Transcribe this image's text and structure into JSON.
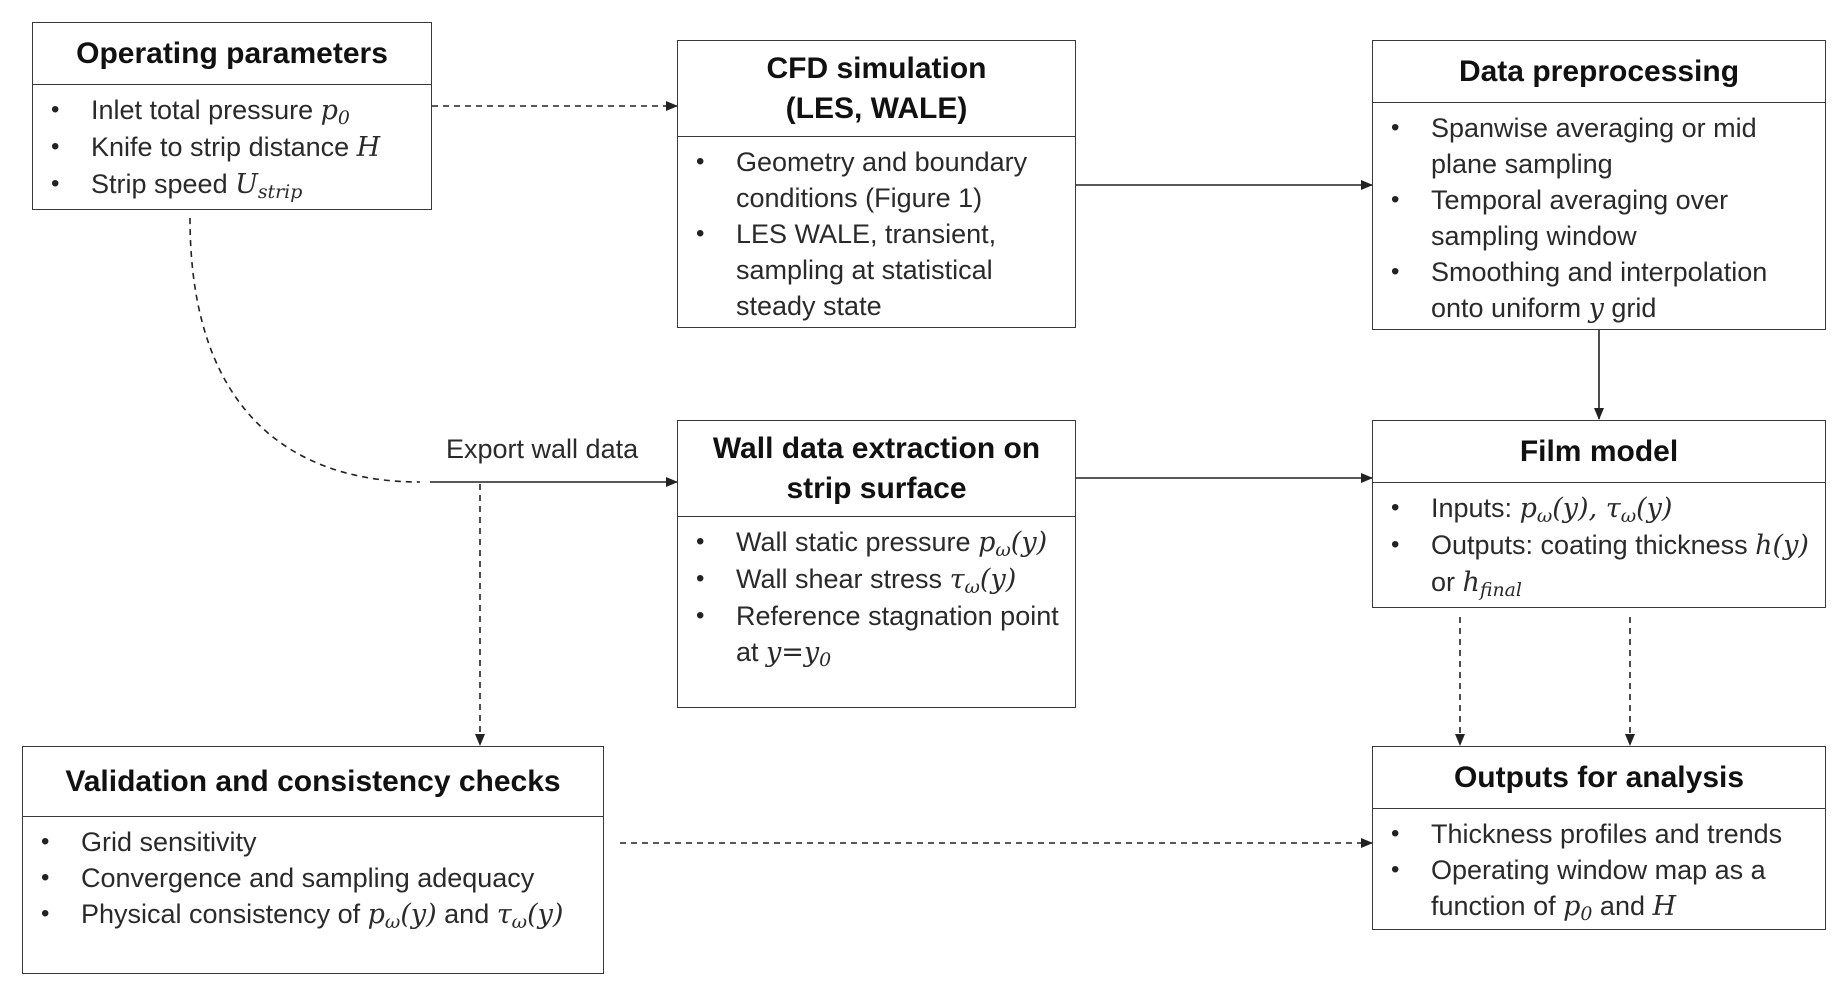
{
  "nodes": {
    "operating": {
      "title": "Operating parameters",
      "items": [
        {
          "text": "Inlet total pressure ",
          "math": "p",
          "sub": "0"
        },
        {
          "text": "Knife to strip distance ",
          "math": "H"
        },
        {
          "text": "Strip speed ",
          "math": "U",
          "sub": "strip"
        }
      ]
    },
    "cfd": {
      "title_lines": [
        "CFD simulation",
        "(LES, WALE)"
      ],
      "items": [
        {
          "text": "Geometry and boundary conditions (Figure 1)"
        },
        {
          "text": "LES WALE, transient, sampling at statistical steady state"
        }
      ]
    },
    "preprocess": {
      "title": "Data preprocessing",
      "items": [
        {
          "text": "Spanwise averaging or mid plane sampling"
        },
        {
          "text": "Temporal averaging over sampling window"
        },
        {
          "text": "Smoothing and interpolation onto uniform ",
          "math": "y",
          "text_after": " grid"
        }
      ]
    },
    "wall": {
      "title_lines": [
        "Wall data extraction on",
        "strip surface"
      ],
      "items": [
        {
          "text": "Wall static pressure ",
          "math_html": "p<sub>ω</sub>(y)"
        },
        {
          "text": "Wall shear stress ",
          "math_html": "τ<sub>ω</sub>(y)"
        },
        {
          "text": "Reference stagnation point at ",
          "math_html": "y=y<sub>0</sub>"
        }
      ]
    },
    "film": {
      "title": "Film model",
      "items": [
        {
          "text": "Inputs: ",
          "math_html": "p<sub>ω</sub>(y), τ<sub>ω</sub>(y)"
        },
        {
          "text": "Outputs: coating thickness ",
          "math_html": "h(y)",
          "text_after": " or ",
          "math_html2": "h<sub>final</sub>"
        }
      ]
    },
    "validation": {
      "title": "Validation and consistency checks",
      "items": [
        {
          "text": "Grid sensitivity"
        },
        {
          "text": "Convergence and sampling adequacy"
        },
        {
          "text": "Physical consistency of ",
          "math_html": "p<sub>ω</sub>(y)",
          "text_after": " and ",
          "math_html2": "τ<sub>ω</sub>(y)"
        }
      ]
    },
    "outputs": {
      "title": "Outputs for analysis",
      "items": [
        {
          "text": "Thickness profiles and trends"
        },
        {
          "text": "Operating window map as a function of ",
          "math_html": "p<sub>0</sub>",
          "text_after": " and ",
          "math": "H"
        }
      ]
    }
  },
  "edge_labels": {
    "export": "Export wall data"
  }
}
